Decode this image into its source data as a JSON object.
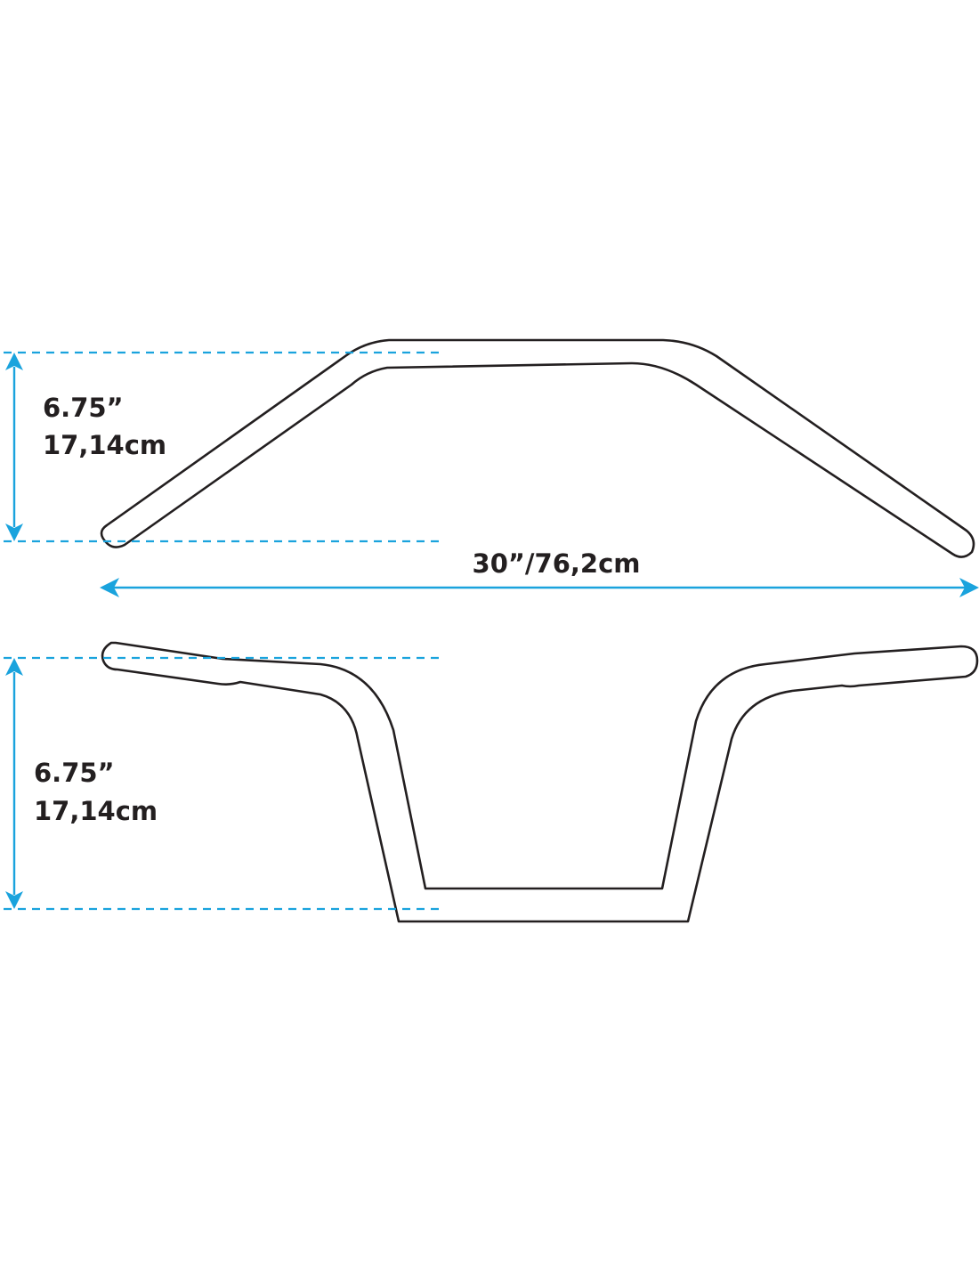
{
  "views": {
    "top_view": {
      "height_inches": "6.75”",
      "height_cm": "17,14cm"
    },
    "bottom_view": {
      "rise_inches": "6.75”",
      "rise_cm": "17,14cm"
    }
  },
  "width_label": "30”/76,2cm",
  "colors": {
    "dimension": "#1aa3dd",
    "outline": "#231f20",
    "background": "#ffffff"
  }
}
